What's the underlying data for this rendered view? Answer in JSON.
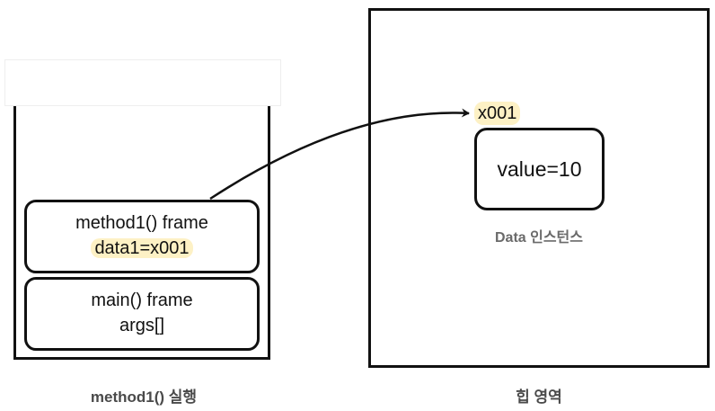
{
  "stack": {
    "frames": [
      {
        "title": "method1() frame",
        "variable": "data1=x001"
      },
      {
        "title": "main() frame",
        "variable": "args[]"
      }
    ],
    "caption": "method1() 실행"
  },
  "heap": {
    "instance": {
      "address": "x001",
      "content": "value=10",
      "caption": "Data 인스턴스"
    },
    "caption": "힙 영역"
  },
  "colors": {
    "highlight": "#fdf1c5",
    "border": "#111111",
    "caption": "#4a4a4a"
  }
}
